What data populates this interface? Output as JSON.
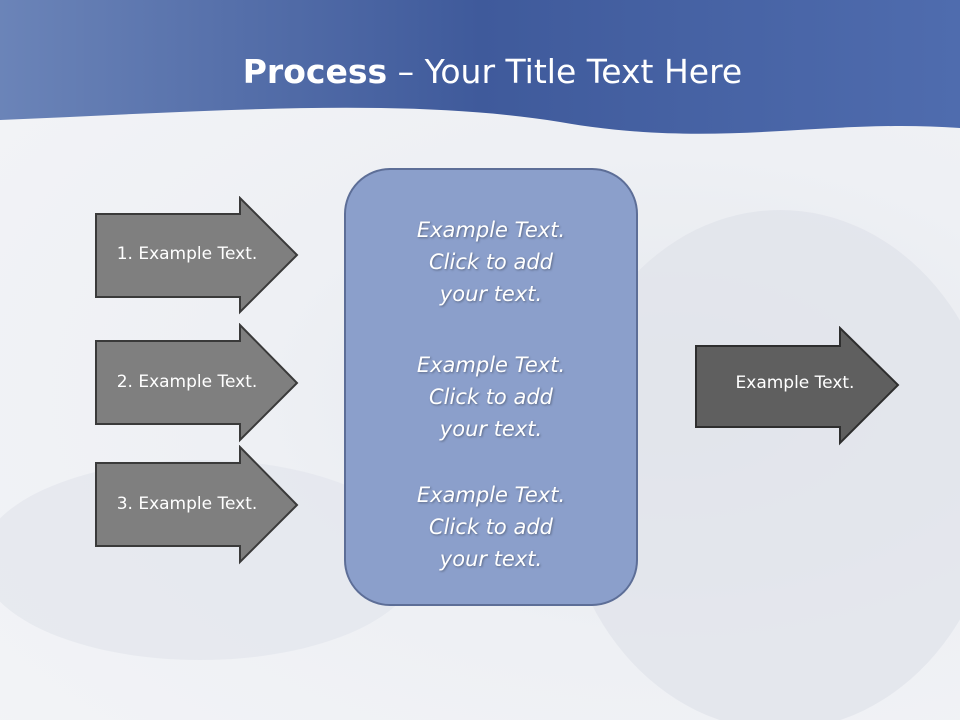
{
  "title": {
    "bold": "Process",
    "rest": " – Your Title Text Here"
  },
  "colors": {
    "header": "#4a66a6",
    "arrow_fill": "#7f7f7f",
    "right_arrow_fill": "#5f5f5f",
    "box_fill": "#8b9fcb"
  },
  "left_arrows": [
    {
      "label": "1. Example Text."
    },
    {
      "label": "2. Example Text."
    },
    {
      "label": "3. Example Text."
    }
  ],
  "center_box": {
    "blocks": [
      "Example Text.\nClick  to add\nyour text.",
      "Example Text.\nClick  to add\nyour text.",
      "Example Text.\nClick  to add\nyour text."
    ]
  },
  "right_arrow": {
    "label": "Example Text."
  }
}
